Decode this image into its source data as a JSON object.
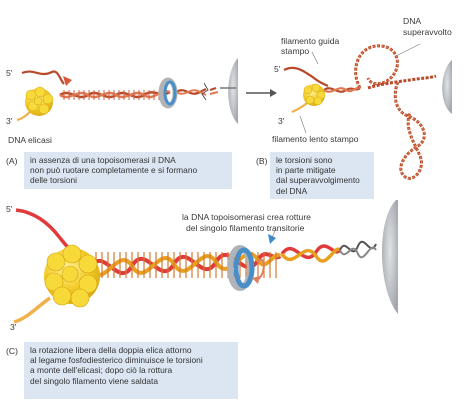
{
  "panel_a": {
    "letter": "(A)",
    "caption_lines": [
      "in assenza di una topoisomerasi il DNA",
      "non può ruotare completamente e si formano",
      "delle torsioni"
    ],
    "label_5prime": "5'",
    "label_3prime": "3'",
    "label_helicase": "DNA elicasi"
  },
  "panel_b": {
    "letter": "(B)",
    "caption_lines": [
      "le torsioni sono",
      "in parte mitigate",
      "dal superavvolgimento",
      "del DNA"
    ],
    "label_5prime": "5'",
    "label_3prime": "3'",
    "label_leading_1": "filamento guida",
    "label_leading_2": "stampo",
    "label_supercoil_1": "DNA",
    "label_supercoil_2": "superavvolto",
    "label_lagging": "filamento lento stampo"
  },
  "panel_c": {
    "letter": "(C)",
    "caption_lines": [
      "la rotazione libera della doppia elica attorno",
      "al legame fosfodiesterico diminuisce le torsioni",
      "a monte dell'elicasi; dopo ciò la rottura",
      "del singolo filamento viene saldata"
    ],
    "label_5prime": "5'",
    "label_3prime": "3'",
    "label_topo_1": "la DNA topoisomerasi crea rotture",
    "label_topo_2": "del singolo filamento transitorie"
  },
  "colors": {
    "strand_dark": "#b84a2a",
    "strand_light": "#e07a52",
    "red_strand": "#e03a3a",
    "lagging_strand": "#f0b14a",
    "helicase": "#f2c81a",
    "topoisomerase": "#4a8ec8",
    "caption_bg": "#dce6f2"
  }
}
